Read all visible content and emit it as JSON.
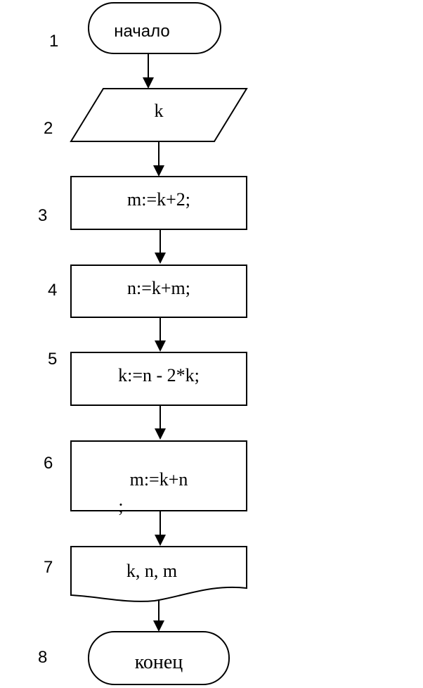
{
  "diagram": {
    "colors": {
      "background": "#ffffff",
      "stroke": "#000000",
      "text": "#000000"
    },
    "steps": [
      {
        "number": "1",
        "shape": "terminal",
        "label": "начало"
      },
      {
        "number": "2",
        "shape": "input-parallelogram",
        "label": "k"
      },
      {
        "number": "3",
        "shape": "process-rectangle",
        "label": "m:=k+2;"
      },
      {
        "number": "4",
        "shape": "process-rectangle",
        "label": "n:=k+m;"
      },
      {
        "number": "5",
        "shape": "process-rectangle",
        "label": "k:=n - 2*k;"
      },
      {
        "number": "6",
        "shape": "process-rectangle",
        "label": "m:=k+n",
        "extra_mark": ";"
      },
      {
        "number": "7",
        "shape": "output-document",
        "label": "k, n, m"
      },
      {
        "number": "8",
        "shape": "terminal",
        "label": "конец"
      }
    ]
  }
}
